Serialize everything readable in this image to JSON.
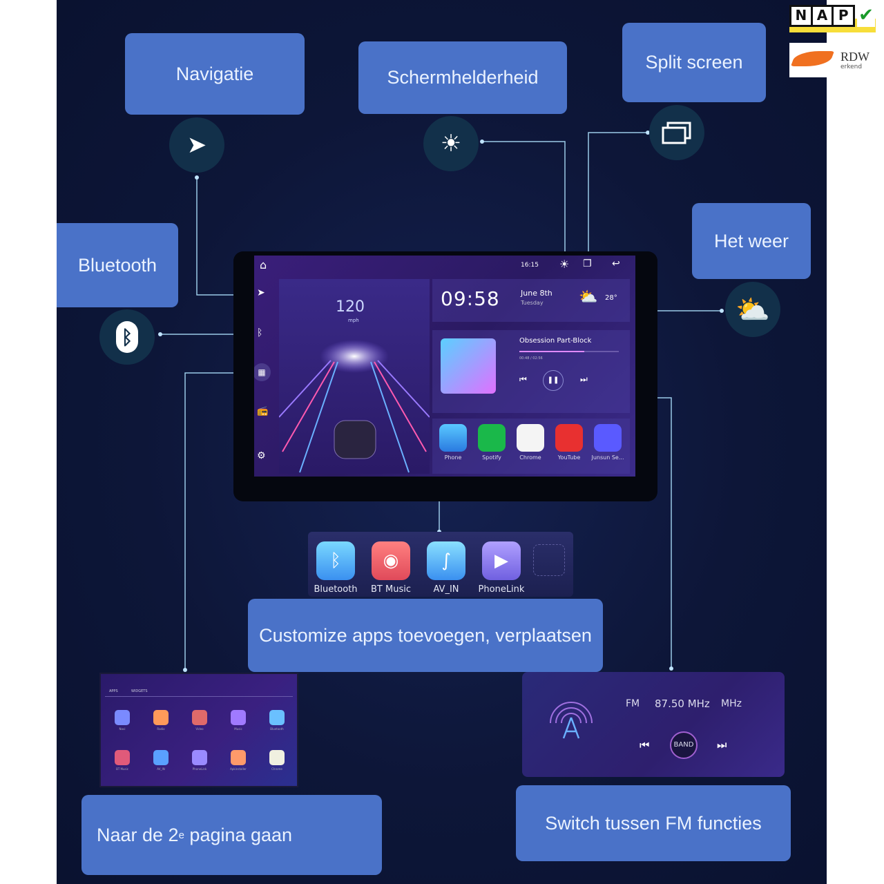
{
  "labels": {
    "navigatie": "Navigatie",
    "schermhelderheid": "Schermhelderheid",
    "split_screen": "Split screen",
    "bluetooth": "Bluetooth",
    "het_weer": "Het weer",
    "customize": "Customize apps toevoegen, verplaatsen",
    "page2_prefix": "Naar de 2",
    "page2_sup": "e",
    "page2_suffix": " pagina gaan",
    "fm_switch": "Switch tussen FM functies"
  },
  "badges": {
    "nap": [
      "N",
      "A",
      "P"
    ],
    "rdw": "RDW",
    "rdw_sub": "erkend"
  },
  "screen": {
    "status_time": "16:15",
    "speed": "120",
    "speed_unit": "mph",
    "clock": "09:58",
    "date": "June 8th",
    "weekday": "Tuesday",
    "temperature": "28°",
    "song": "Obsession Part-Block",
    "song_time": "00:48 / 02:56",
    "song_progress": 0.65,
    "apps": [
      "Phone",
      "Spotify",
      "Chrome",
      "YouTube",
      "Junsun Se..."
    ]
  },
  "custom_apps": [
    "Bluetooth",
    "BT Music",
    "AV_IN",
    "PhoneLink"
  ],
  "page2": {
    "tabs": [
      "APPS",
      "WIDGETS"
    ],
    "apps": [
      "Navi",
      "Radio",
      "Video",
      "Music",
      "Bluetooth",
      "BT Music",
      "AV_IN",
      "PhoneLink",
      "Apkinstaller",
      "Chrome"
    ]
  },
  "radio": {
    "band": "FM",
    "frequency": "87.50 MHz",
    "unit": "MHz",
    "band_button": "BAND"
  },
  "colors": {
    "label": "#4a72c8",
    "background": "#0d1638",
    "line": "#9ccbe8"
  }
}
